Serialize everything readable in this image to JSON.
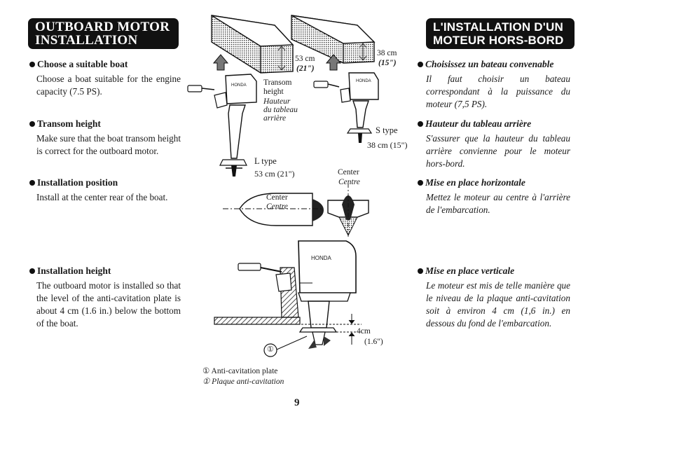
{
  "english": {
    "title": [
      "OUTBOARD MOTOR",
      "INSTALLATION"
    ],
    "sections": [
      {
        "heading": "Choose a suitable boat",
        "body": "Choose a boat suitable for the engine capacity (7.5 PS)."
      },
      {
        "heading": "Transom height",
        "body": "Make sure that the boat transom height is correct for the outboard motor."
      },
      {
        "heading": "Installation position",
        "body": "Install at the center rear of the boat."
      },
      {
        "heading": "Installation height",
        "body": "The outboard motor is installed so that the level of the anti-cavitation plate is about 4 cm (1.6 in.) below the bottom of the boat."
      }
    ]
  },
  "french": {
    "title": [
      "L'INSTALLATION D'UN",
      "MOTEUR HORS-BORD"
    ],
    "sections": [
      {
        "heading": "Choisissez un bateau convenable",
        "body": "Il faut choisir un bateau correspondant à la puissance du moteur (7,5 PS)."
      },
      {
        "heading": "Hauteur du tableau arrière",
        "body": "S'assurer que la hauteur du tableau arrière convienne pour le moteur hors-bord."
      },
      {
        "heading": "Mise en place horizontale",
        "body": "Mettez le moteur au centre à l'arrière de l'embarcation."
      },
      {
        "heading": "Mise en place verticale",
        "body": "Le moteur est mis de telle manière que le niveau de la plaque anti-cavitation soit à environ 4 cm (1,6 in.) en dessous du fond de l'embarcation."
      }
    ]
  },
  "diagram": {
    "l_height_cm": "53 cm",
    "l_height_in": "(21\")",
    "s_height_cm": "38 cm",
    "s_height_in": "(15\")",
    "transom_en": "Transom",
    "transom_en2": "height",
    "transom_fr": [
      "Hauteur",
      "du tableau",
      "arrière"
    ],
    "l_type": "L type",
    "l_type_size": "53 cm (21\")",
    "s_type": "S type",
    "s_type_size": "38 cm (15\")",
    "center_en": "Center",
    "center_fr": "Centre",
    "center_en_top": "Center",
    "center_fr_top": "Centre",
    "brand": "HONDA",
    "depth_cm": "4cm",
    "depth_in": "(1.6\")",
    "callout_number": "①",
    "caption_en": "① Anti-cavitation plate",
    "caption_fr": "① Plaque anti-cavitation"
  },
  "page_number": "9"
}
